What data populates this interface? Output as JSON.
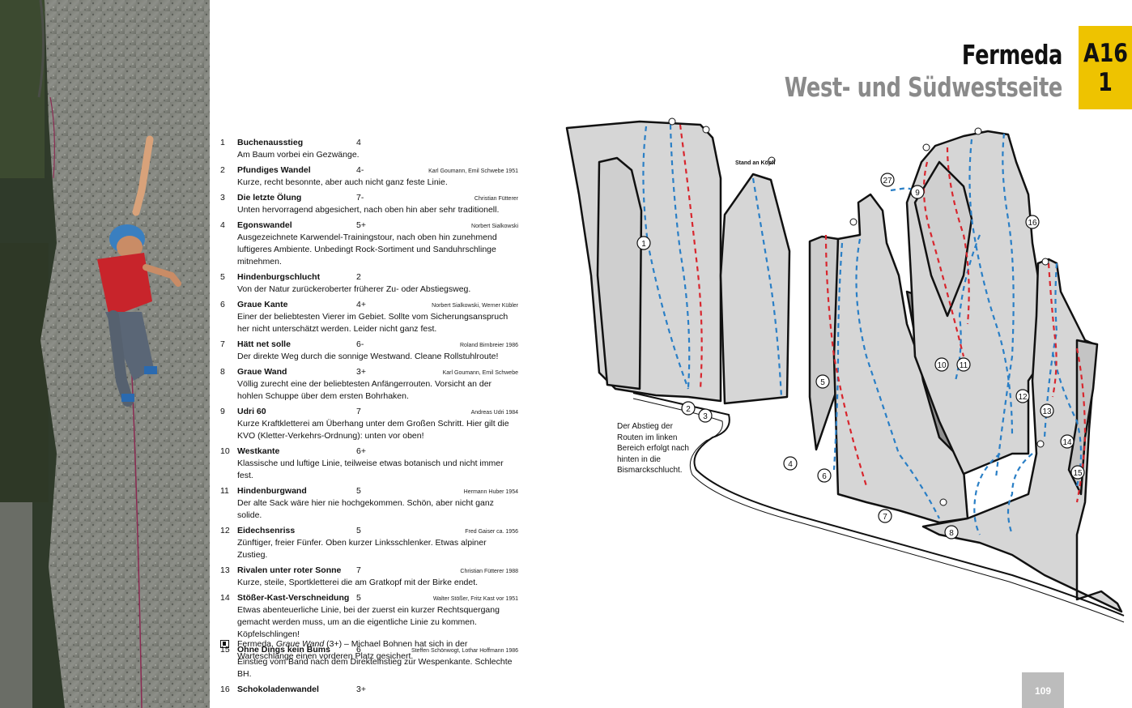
{
  "header": {
    "title": "Fermeda",
    "subtitle": "West- und Südwestseite",
    "code": "A16",
    "number": "1"
  },
  "routes": [
    {
      "num": "1",
      "name": "Buchenausstieg",
      "grade": "4",
      "author": "",
      "desc": "Am Baum vorbei ein Gezwänge."
    },
    {
      "num": "2",
      "name": "Pfundiges Wandel",
      "grade": "4-",
      "author": "Karl Goumann, Emil Schwebe 1951",
      "desc": "Kurze, recht besonnte, aber auch nicht ganz feste Linie."
    },
    {
      "num": "3",
      "name": "Die letzte Ölung",
      "grade": "7-",
      "author": "Christian Fütterer",
      "desc": "Unten hervorragend abgesichert, nach oben hin aber sehr traditionell."
    },
    {
      "num": "4",
      "name": "Egonswandel",
      "grade": "5+",
      "author": "Norbert Sialkowski",
      "desc": "Ausgezeichnete Karwendel-Trainingstour, nach oben hin zunehmend luftigeres Ambiente. Unbedingt Rock-Sortiment und Sanduhrschlinge mitnehmen."
    },
    {
      "num": "5",
      "name": "Hindenburgschlucht",
      "grade": "2",
      "author": "",
      "desc": "Von der Natur zurückeroberter früherer Zu- oder Abstiegsweg."
    },
    {
      "num": "6",
      "name": "Graue Kante",
      "grade": "4+",
      "author": "Norbert Sialkowski, Werner Kübler",
      "desc": "Einer der beliebtesten Vierer im Gebiet. Sollte vom Sicherungsanspruch her nicht unterschätzt werden. Leider nicht ganz fest."
    },
    {
      "num": "7",
      "name": "Hätt net solle",
      "grade": "6-",
      "author": "Roland Birnbreier 1986",
      "desc": "Der direkte Weg durch die sonnige Westwand. Cleane Rollstuhlroute!"
    },
    {
      "num": "8",
      "name": "Graue Wand",
      "grade": "3+",
      "author": "Karl Goumann, Emil Schwebe",
      "desc": "Völlig zurecht eine der beliebtesten Anfängerrouten. Vorsicht an der hohlen Schuppe über dem ersten Bohrhaken."
    },
    {
      "num": "9",
      "name": "Udri 60",
      "grade": "7",
      "author": "Andreas Udri 1984",
      "desc": "Kurze Kraftkletterei am Überhang unter dem Großen Schritt. Hier gilt die KVO (Kletter-Verkehrs-Ordnung): unten vor oben!"
    },
    {
      "num": "10",
      "name": "Westkante",
      "grade": "6+",
      "author": "",
      "desc": "Klassische und luftige Linie, teilweise etwas botanisch und nicht immer fest."
    },
    {
      "num": "11",
      "name": "Hindenburgwand",
      "grade": "5",
      "author": "Hermann Huber 1954",
      "desc": "Der alte Sack wäre hier nie hochgekommen. Schön, aber nicht ganz solide."
    },
    {
      "num": "12",
      "name": "Eidechsenriss",
      "grade": "5",
      "author": "Fred Gaiser ca. 1956",
      "desc": "Zünftiger, freier Fünfer. Oben kurzer Linksschlenker. Etwas alpiner Zustieg."
    },
    {
      "num": "13",
      "name": "Rivalen unter roter Sonne",
      "grade": "7",
      "author": "Christian Fütterer 1988",
      "desc": "Kurze, steile, Sportkletterei die am Gratkopf mit der Birke endet."
    },
    {
      "num": "14",
      "name": "Stößer-Kast-Verschneidung",
      "grade": "5",
      "author": "Walter Stößer, Fritz Kast vor 1951",
      "desc": "Etwas abenteuerliche Linie, bei der zuerst ein kurzer Rechtsquergang gemacht werden muss, um an die eigentliche Linie zu kommen. Köpfelschlingen!"
    },
    {
      "num": "15",
      "name": "Ohne Dings kein Bums",
      "grade": "6",
      "author": "Steffen Schönwogt, Lothar Hoffmann 1986",
      "desc": "Einstieg vom Band nach dem Direkteinstieg zur Wespenkante. Schlechte BH."
    },
    {
      "num": "16",
      "name": "Schokoladenwandel",
      "grade": "3+",
      "author": "",
      "desc": ""
    }
  ],
  "caption": {
    "place": "Fermeda,",
    "route": "Graue Wand",
    "rest": "(3+) – Michael Bohnen hat sich in der Warteschlange einen vorderen Platz gesichert."
  },
  "topo": {
    "stand_label": "Stand an Köpfl",
    "descent_note": "Der Abstieg der Routen im linken Bereich erfolgt nach hinten in die Bismarckschlucht.",
    "markers": [
      "1",
      "2",
      "3",
      "4",
      "5",
      "6",
      "7",
      "8",
      "9",
      "10",
      "11",
      "12",
      "13",
      "14",
      "15",
      "16",
      "27"
    ],
    "colors": {
      "rock": "#d6d6d6",
      "rock_dark": "#9a9a9a",
      "route_blue": "#2a7fc6",
      "route_red": "#d8262e"
    }
  },
  "page_number": "109",
  "colors": {
    "accent": "#eec300",
    "subtitle": "#8a8a8a",
    "page_box": "#bcbcbc"
  }
}
